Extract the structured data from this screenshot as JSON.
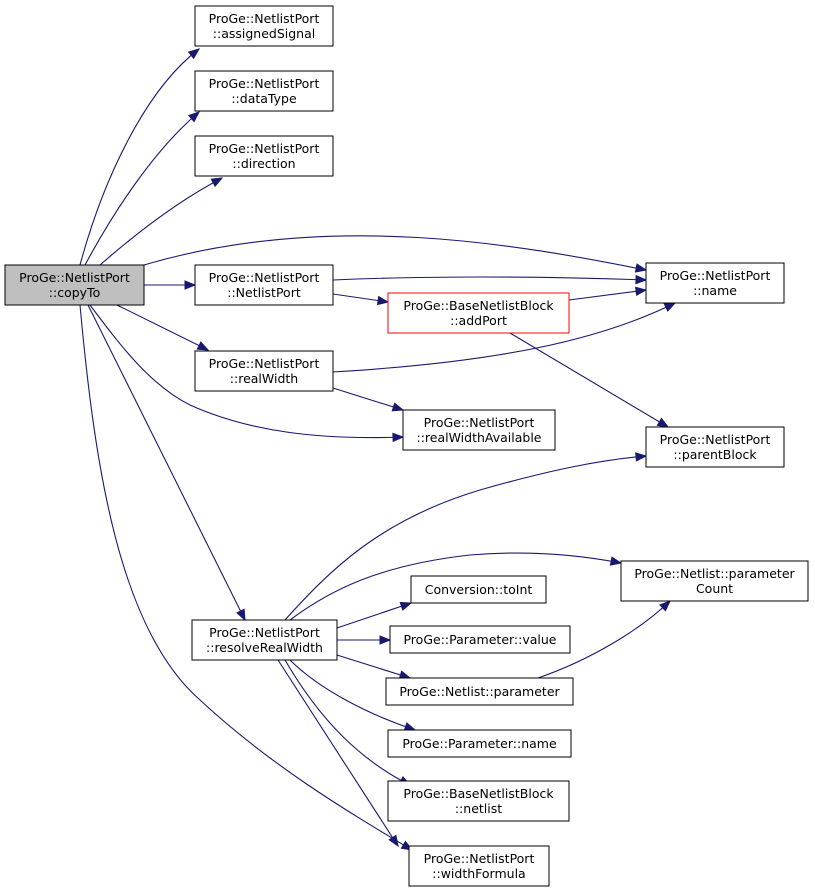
{
  "colors": {
    "edge": "#191970",
    "root_fill": "#bfbfbf",
    "highlight_border": "#ff0000"
  },
  "nodes": {
    "copyTo": {
      "lines": [
        "ProGe::NetlistPort",
        "::copyTo"
      ]
    },
    "assignedSignal": {
      "lines": [
        "ProGe::NetlistPort",
        "::assignedSignal"
      ]
    },
    "dataType": {
      "lines": [
        "ProGe::NetlistPort",
        "::dataType"
      ]
    },
    "direction": {
      "lines": [
        "ProGe::NetlistPort",
        "::direction"
      ]
    },
    "netlistPort": {
      "lines": [
        "ProGe::NetlistPort",
        "::NetlistPort"
      ]
    },
    "portName": {
      "lines": [
        "ProGe::NetlistPort",
        "::name"
      ]
    },
    "addPort": {
      "lines": [
        "ProGe::BaseNetlistBlock",
        "::addPort"
      ]
    },
    "realWidth": {
      "lines": [
        "ProGe::NetlistPort",
        "::realWidth"
      ]
    },
    "realWidthAvailable": {
      "lines": [
        "ProGe::NetlistPort",
        "::realWidthAvailable"
      ]
    },
    "parentBlock": {
      "lines": [
        "ProGe::NetlistPort",
        "::parentBlock"
      ]
    },
    "parameterCount": {
      "lines": [
        "ProGe::Netlist::parameter",
        "Count"
      ]
    },
    "toInt": {
      "lines": [
        "Conversion::toInt"
      ]
    },
    "resolveRealWidth": {
      "lines": [
        "ProGe::NetlistPort",
        "::resolveRealWidth"
      ]
    },
    "paramValue": {
      "lines": [
        "ProGe::Parameter::value"
      ]
    },
    "netlistParameter": {
      "lines": [
        "ProGe::Netlist::parameter"
      ]
    },
    "paramName": {
      "lines": [
        "ProGe::Parameter::name"
      ]
    },
    "netlist": {
      "lines": [
        "ProGe::BaseNetlistBlock",
        "::netlist"
      ]
    },
    "widthFormula": {
      "lines": [
        "ProGe::NetlistPort",
        "::widthFormula"
      ]
    }
  }
}
